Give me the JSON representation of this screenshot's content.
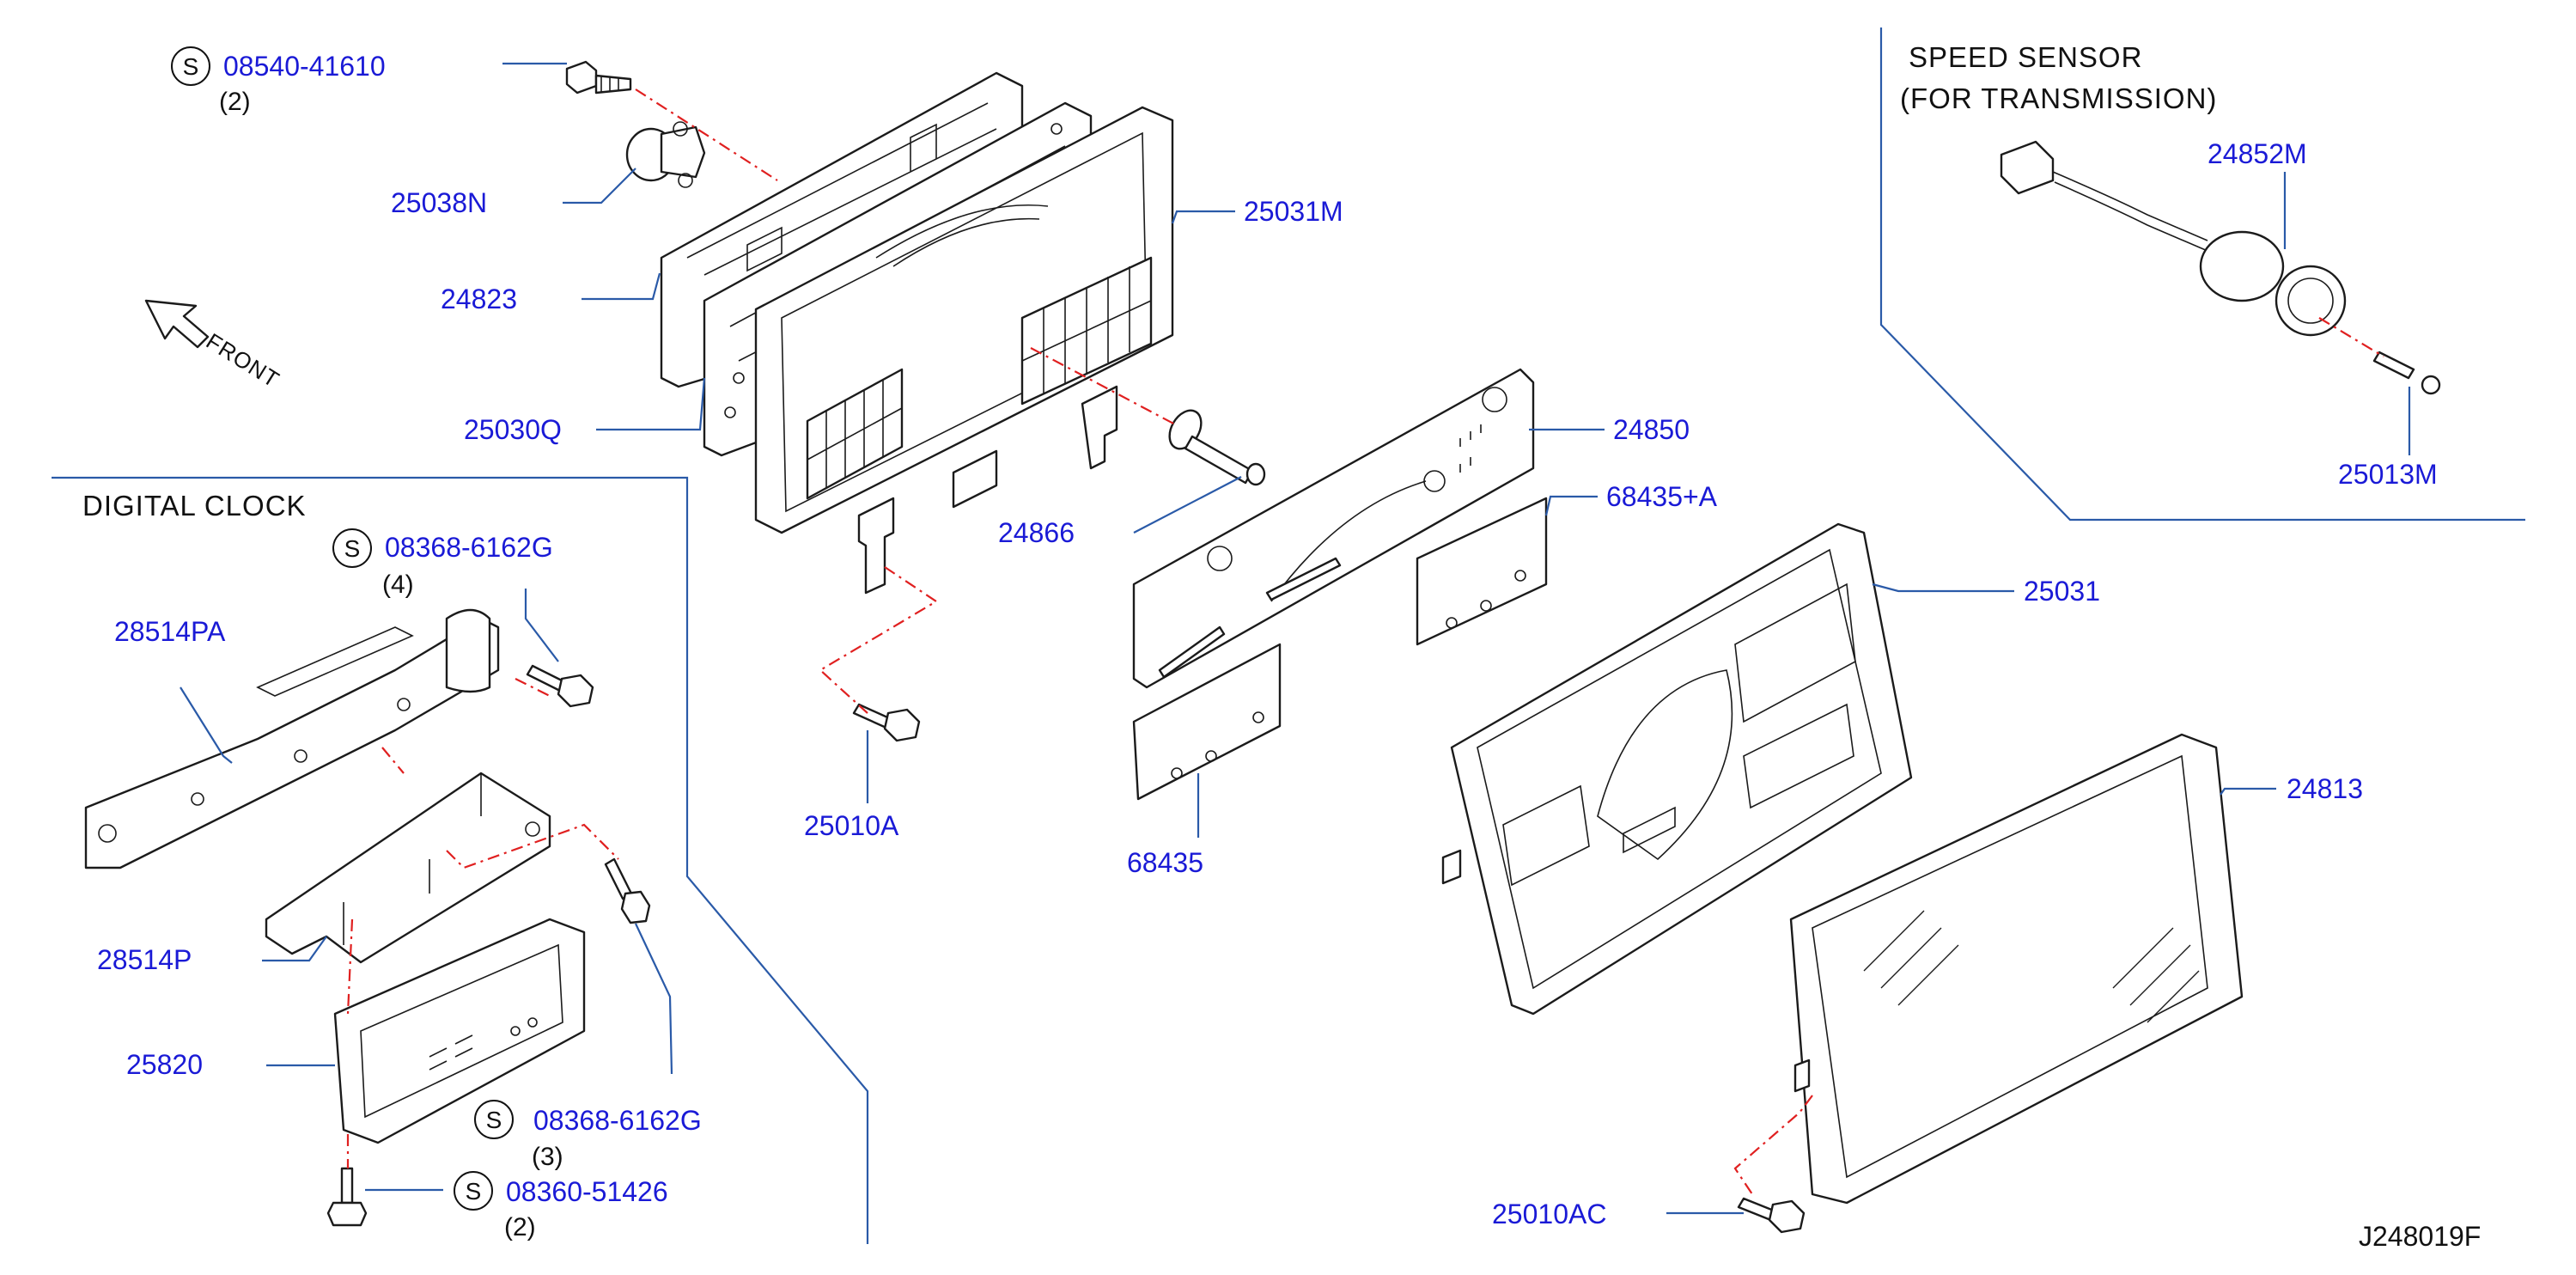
{
  "sections": {
    "speed_sensor": [
      "SPEED   SENSOR",
      "(FOR   TRANSMISSION)"
    ],
    "digital_clock": "DIGITAL   CLOCK"
  },
  "front_label": "FRONT",
  "reference_code": "J248019F",
  "standard_mark": "S",
  "parts": {
    "p08540": {
      "number": "08540-41610",
      "qty": "(2)",
      "standard": true
    },
    "p25038N": {
      "number": "25038N"
    },
    "p24823": {
      "number": "24823"
    },
    "p25030Q": {
      "number": "25030Q"
    },
    "p25031M": {
      "number": "25031M"
    },
    "p24866": {
      "number": "24866"
    },
    "p25010A": {
      "number": "25010A"
    },
    "p24850": {
      "number": "24850"
    },
    "p68435A": {
      "number": "68435+A"
    },
    "p68435": {
      "number": "68435"
    },
    "p25031": {
      "number": "25031"
    },
    "p24813": {
      "number": "24813"
    },
    "p25010AC": {
      "number": "25010AC"
    },
    "p24852M": {
      "number": "24852M"
    },
    "p25013M": {
      "number": "25013M"
    },
    "p08368a": {
      "number": "08368-6162G",
      "qty": "(4)",
      "standard": true
    },
    "p28514PA": {
      "number": "28514PA"
    },
    "p28514P": {
      "number": "28514P"
    },
    "p25820": {
      "number": "25820"
    },
    "p08368b": {
      "number": "08368-6162G",
      "qty": "(3)",
      "standard": true
    },
    "p08360": {
      "number": "08360-51426",
      "qty": "(2)",
      "standard": true
    }
  },
  "colors": {
    "part_number": "#1a1ad6",
    "leader_line": "#2a5aa8",
    "assembly_line": "#e02020",
    "drawing": "#1b1b1b"
  }
}
